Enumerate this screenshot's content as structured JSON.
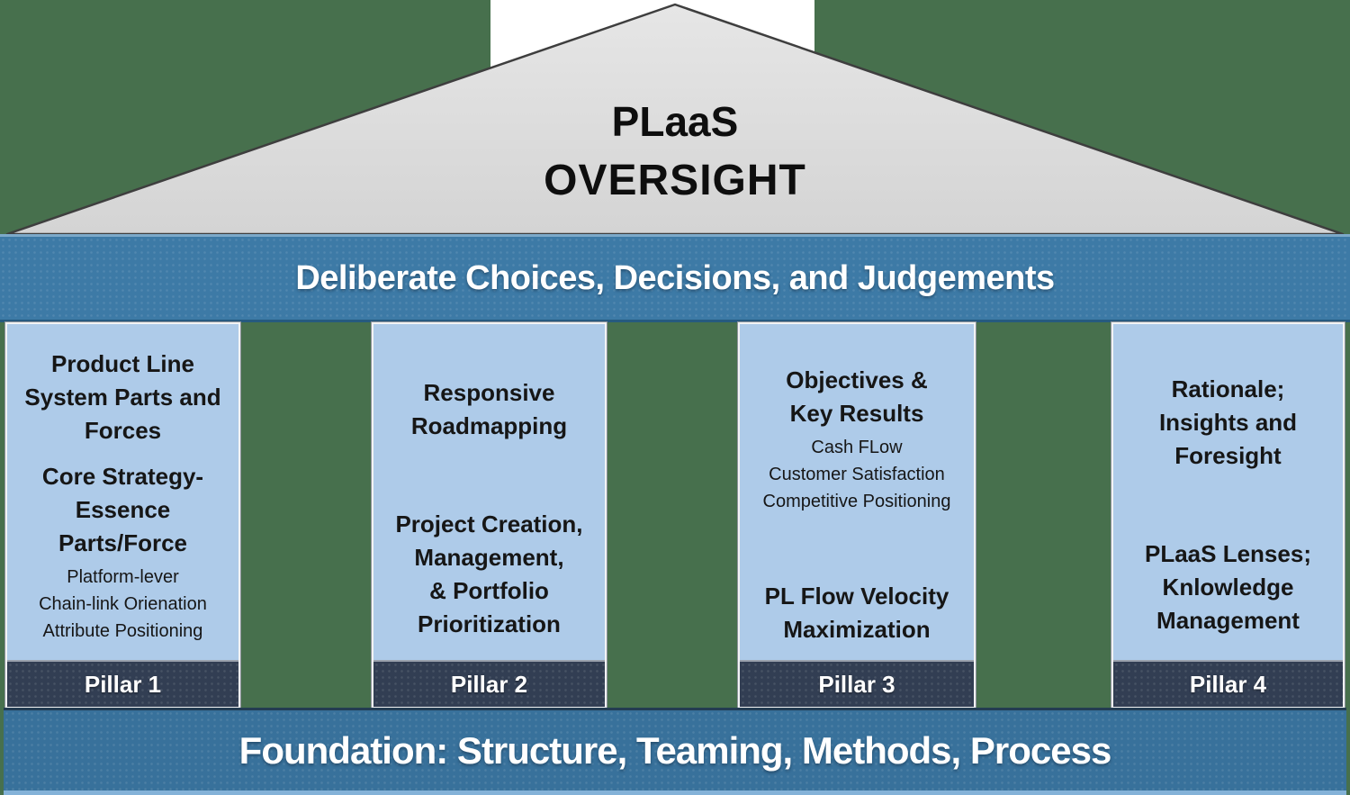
{
  "colors": {
    "background_green": "#47704d",
    "roof_gray": "#dadada",
    "roof_border": "#3e3e3e",
    "band_blue": "#3d7aa6",
    "pillar_blue": "#aecbe9",
    "pillar_footer_navy": "#323e53",
    "foundation_blue": "#38719b",
    "title_black": "#0e0e0e",
    "text_white": "#ffffff"
  },
  "pediment": {
    "line1": "PLaaS",
    "line2": "OVERSIGHT"
  },
  "entablature": {
    "label": "Deliberate Choices, Decisions, and Judgements"
  },
  "pillars": [
    {
      "label": "Pillar 1",
      "blocks": [
        {
          "emphasis": "bold",
          "large_gap": false,
          "lines": [
            "Product Line",
            "System Parts and",
            "Forces"
          ]
        },
        {
          "emphasis": "bold",
          "large_gap": false,
          "lines": [
            "Core Strategy-",
            "Essence",
            "Parts/Force"
          ]
        },
        {
          "emphasis": "regular",
          "large_gap": false,
          "lines": [
            "Platform-lever",
            "Chain-link Orienation",
            "Attribute Positioning"
          ]
        }
      ]
    },
    {
      "label": "Pillar 2",
      "blocks": [
        {
          "emphasis": "bold",
          "large_gap": false,
          "lines": [
            "Responsive",
            "Roadmapping"
          ]
        },
        {
          "emphasis": "bold",
          "large_gap": true,
          "lines": [
            "Project Creation,",
            "Management,",
            "& Portfolio",
            "Prioritization"
          ]
        }
      ]
    },
    {
      "label": "Pillar 3",
      "blocks": [
        {
          "emphasis": "bold",
          "large_gap": false,
          "lines": [
            "Objectives &",
            "Key Results"
          ]
        },
        {
          "emphasis": "regular",
          "large_gap": false,
          "lines": [
            "Cash FLow",
            "Customer Satisfaction",
            "Competitive Positioning"
          ]
        },
        {
          "emphasis": "bold",
          "large_gap": true,
          "lines": [
            "PL Flow Velocity",
            "Maximization"
          ]
        }
      ]
    },
    {
      "label": "Pillar 4",
      "blocks": [
        {
          "emphasis": "bold",
          "large_gap": false,
          "lines": [
            "Rationale;",
            "Insights and",
            "Foresight"
          ]
        },
        {
          "emphasis": "bold",
          "large_gap": true,
          "lines": [
            "PLaaS Lenses;",
            "Knlowledge",
            "Management"
          ]
        }
      ]
    }
  ],
  "foundation": {
    "label": "Foundation: Structure, Teaming, Methods, Process"
  }
}
